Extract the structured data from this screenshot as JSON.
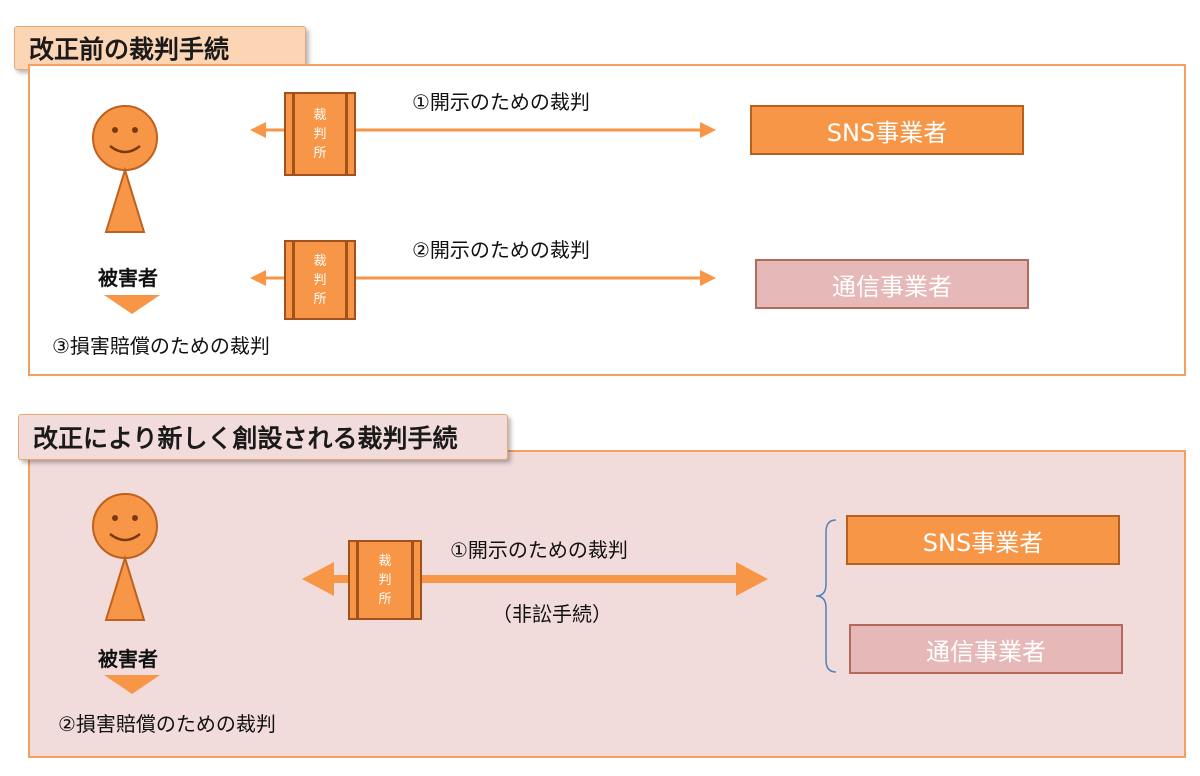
{
  "colors": {
    "orange": "#f79646",
    "orange_dark": "#a0521c",
    "pink": "#e6b9b8",
    "panel_pink_bg": "#f2dcdb",
    "panel_border": "#f4a060",
    "brace_blue": "#4f81bd"
  },
  "before": {
    "title": "改正前の裁判手続",
    "victim_label": "被害者",
    "court_label": [
      "裁",
      "判",
      "所"
    ],
    "trial1_label": "①開示のための裁判",
    "trial2_label": "②開示のための裁判",
    "damages_label": "③損害賠償のための裁判",
    "entity_sns": "SNS事業者",
    "entity_telecom": "通信事業者"
  },
  "after": {
    "title": "改正により新しく創設される裁判手続",
    "victim_label": "被害者",
    "court_label": [
      "裁",
      "判",
      "所"
    ],
    "trial_label": "①開示のための裁判",
    "procedure_note": "（非訟手続）",
    "damages_label": "②損害賠償のための裁判",
    "entity_sns": "SNS事業者",
    "entity_telecom": "通信事業者"
  },
  "icons": [
    "smiley-person-icon",
    "down-triangle-icon",
    "double-arrow-icon",
    "brace-icon"
  ]
}
